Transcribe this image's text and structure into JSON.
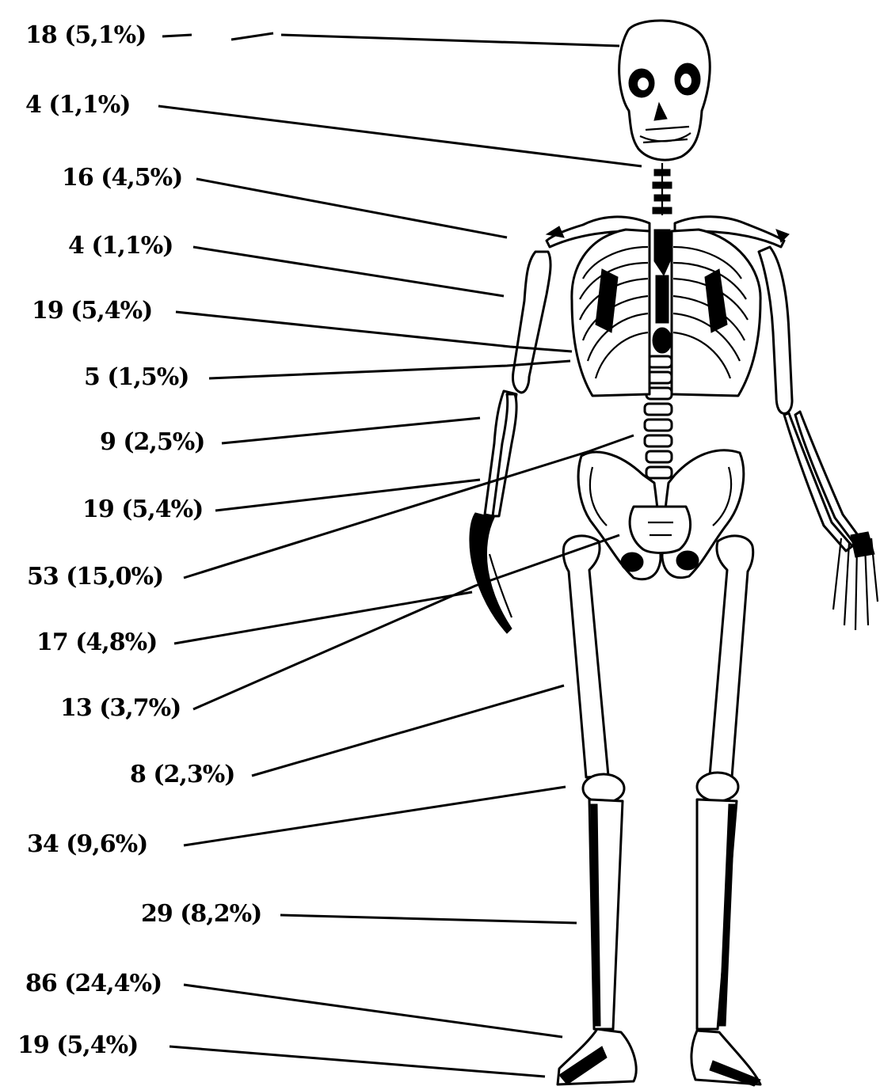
{
  "labels": [
    "18 (5,1%)",
    "4 (1,1%)",
    "16 (4,5%)",
    "4 (1,1%)",
    "19 (5,4%)",
    "5 (1,5%)",
    "9 (2,5%)",
    "19 (5,4%)",
    "53 (15,0%)",
    "17 (4,8%)",
    "13 (3,7%)",
    "8 (2,3%)",
    "34 (9,6%)",
    "29 (8,2%)",
    "86 (24,4%)",
    "19 (5,4%)"
  ],
  "colors": {
    "ink": "#000000",
    "paper": "#ffffff"
  }
}
